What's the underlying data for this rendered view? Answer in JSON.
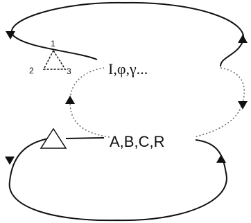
{
  "diagram": {
    "node_top_label": "I,φ,γ...",
    "node_bottom_label": "A,B,C,R",
    "triangle_vertex_labels": [
      "1",
      "2",
      "3"
    ],
    "colors": {
      "stroke": "#111111",
      "dotted": "#666666",
      "background": "#ffffff"
    }
  }
}
